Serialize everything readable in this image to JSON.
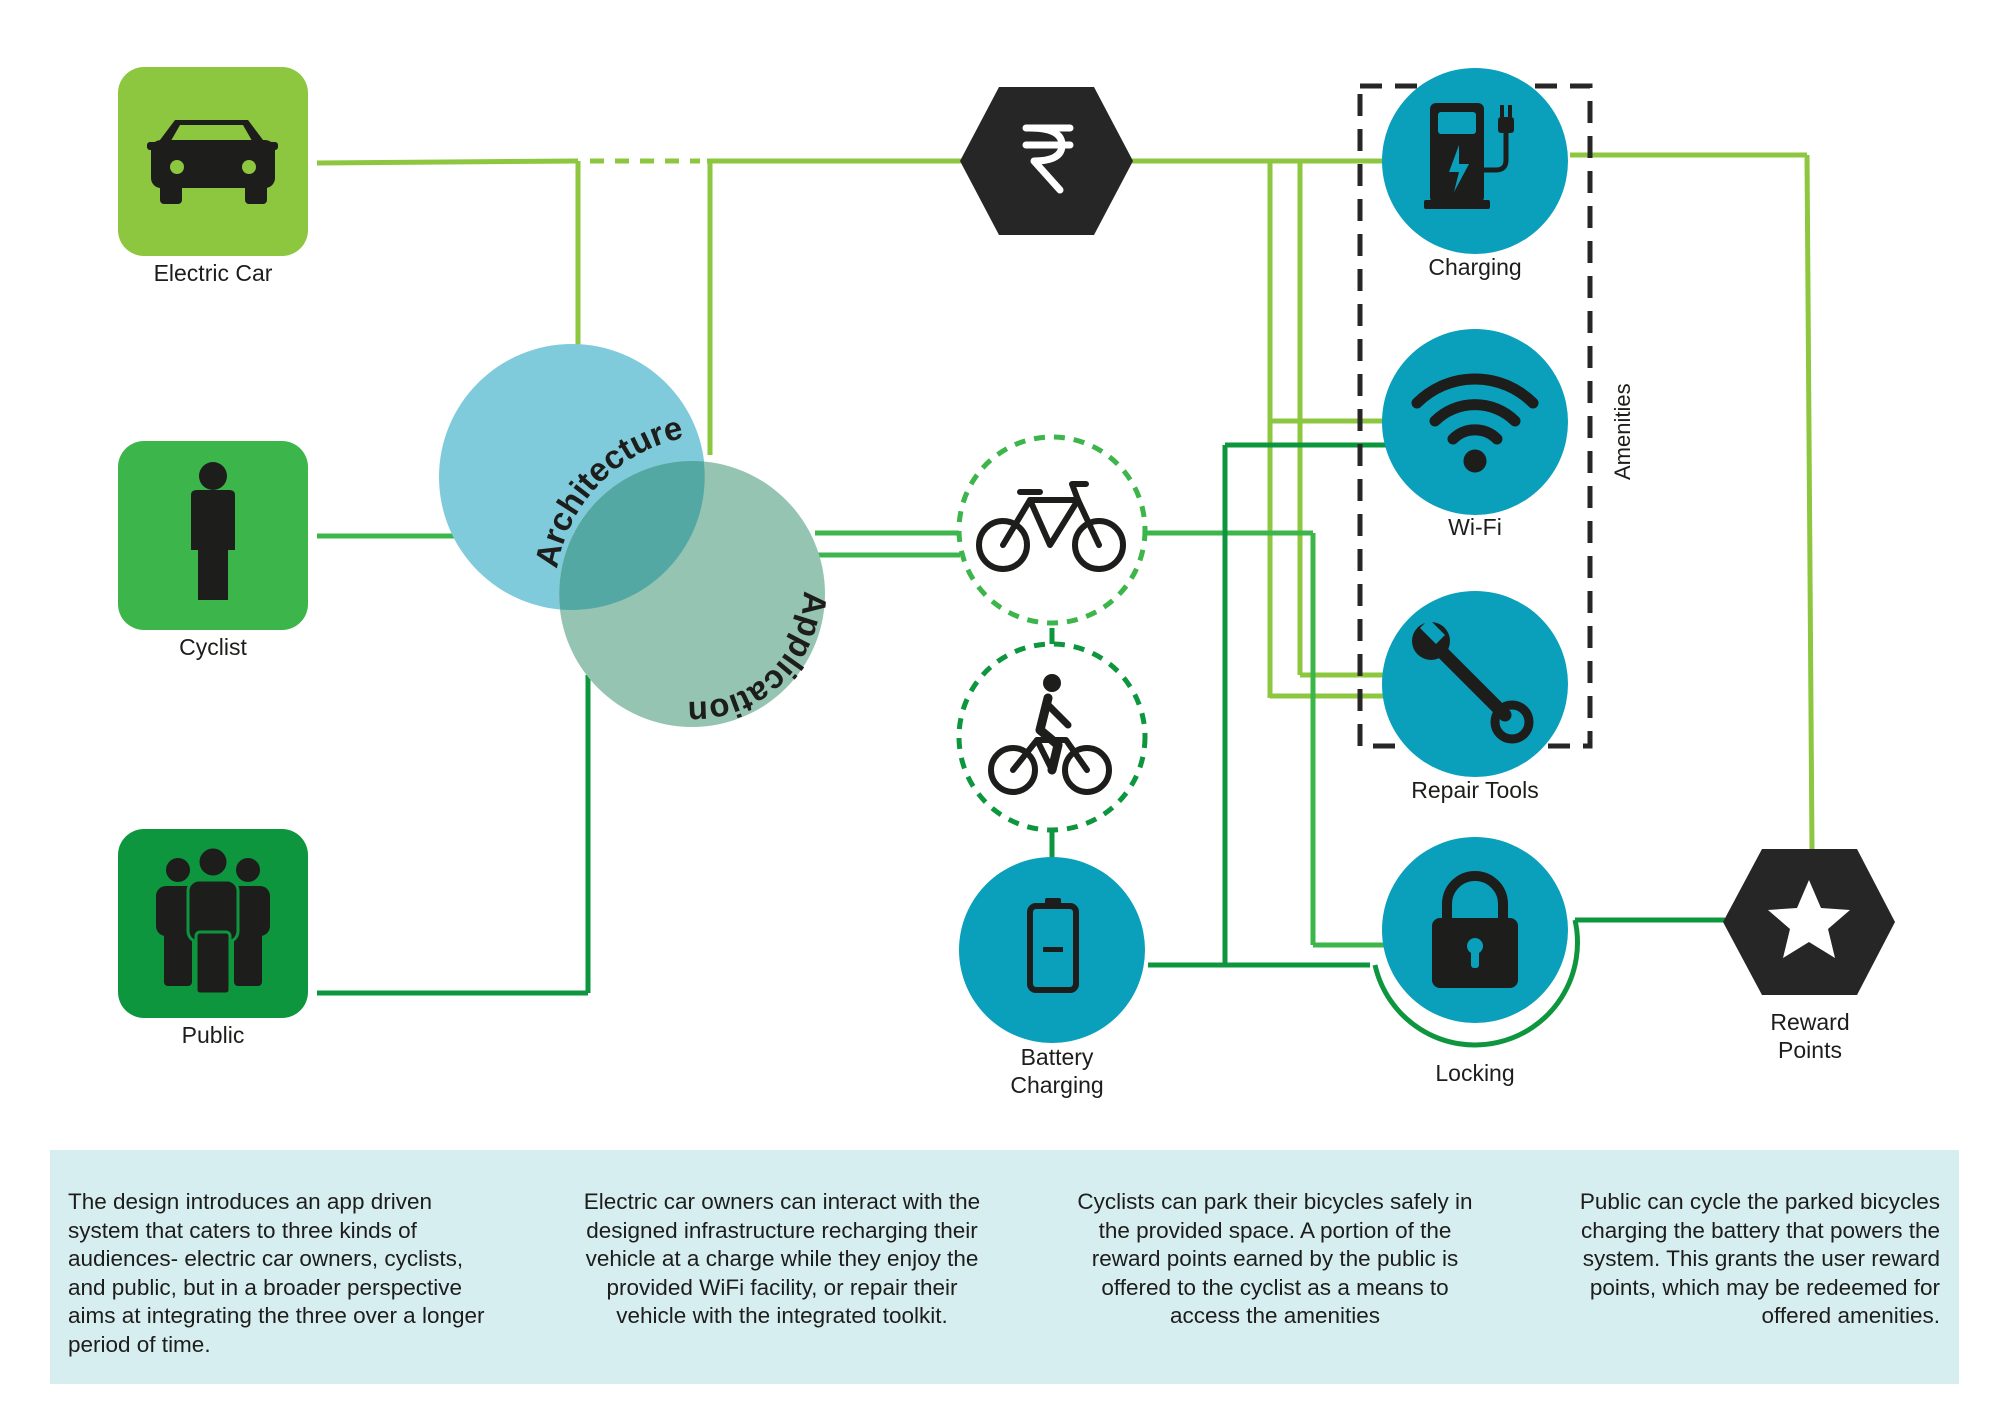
{
  "audiences": {
    "electric_car": "Electric Car",
    "cyclist": "Cyclist",
    "public": "Public"
  },
  "venn": {
    "architecture": "Architecture",
    "application": "Application"
  },
  "amenities": {
    "group_label": "Amenities",
    "charging": "Charging",
    "wifi": "Wi-Fi",
    "repair_tools": "Repair Tools"
  },
  "battery_charging": [
    "Battery",
    "Charging"
  ],
  "locking": "Locking",
  "reward_points": [
    "Reward",
    "Points"
  ],
  "icons": {
    "currency": "rupee-icon",
    "car": "car-icon",
    "person": "person-icon",
    "group": "group-icon",
    "bicycle": "bicycle-icon",
    "cyclist": "cyclist-icon",
    "battery": "battery-icon",
    "fuel_pump": "charging-station-icon",
    "wifi": "wifi-icon",
    "wrench": "wrench-icon",
    "padlock": "padlock-icon",
    "star": "star-icon"
  },
  "colors": {
    "light_green": "#8dc63f",
    "mid_green": "#3cb54a",
    "dark_green": "#0e963f",
    "teal": "#0a9fba",
    "venn_blue": "#7fcbdb",
    "venn_green": "#95c4b3",
    "venn_overlap": "#54a8a3",
    "dark": "#262626",
    "panel": "#d7eef1"
  },
  "descriptions": [
    [
      "The design introduces an app driven",
      "system that caters to three kinds of",
      "audiences- electric car owners, cyclists,",
      "and public, but in a broader perspective",
      "aims at integrating the three over a longer",
      "period of time."
    ],
    [
      "Electric car owners can interact with the",
      "designed infrastructure recharging their",
      "vehicle at a charge while they enjoy the",
      "provided WiFi facility, or repair their",
      "vehicle with the integrated toolkit."
    ],
    [
      "Cyclists can park their bicycles safely in",
      "the provided space. A portion of the",
      "reward points earned by the public is",
      "offered to the cyclist as a means to",
      "access the amenities"
    ],
    [
      "Public can cycle the parked bicycles",
      "charging the battery that powers the",
      "system. This grants the user reward",
      "points, which may be redeemed for",
      "offered amenities."
    ]
  ]
}
